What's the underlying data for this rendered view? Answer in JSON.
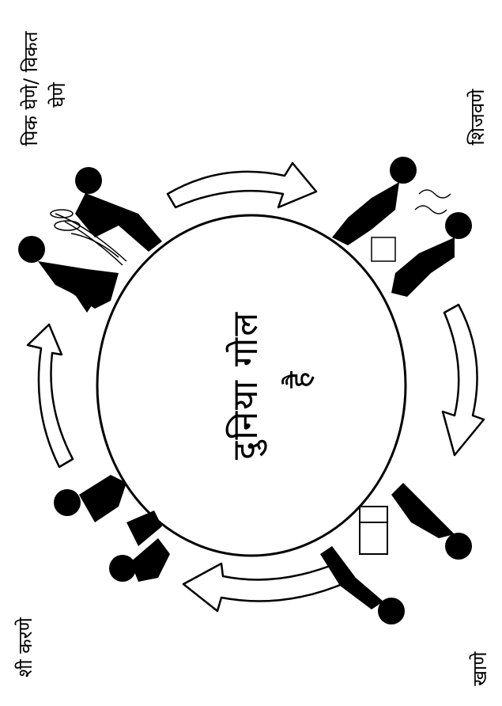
{
  "diagram": {
    "center_title_line1": "दुनिया गोल",
    "center_title_line2": "है",
    "stages": [
      {
        "label_line1": "पिक घेणे/ विकत",
        "label_line2": "घेणे"
      },
      {
        "label_line1": "शिजवणे"
      },
      {
        "label_line1": "खाणे"
      },
      {
        "label_line1": "शी करणे"
      }
    ],
    "arrow_direction": "clockwise"
  }
}
